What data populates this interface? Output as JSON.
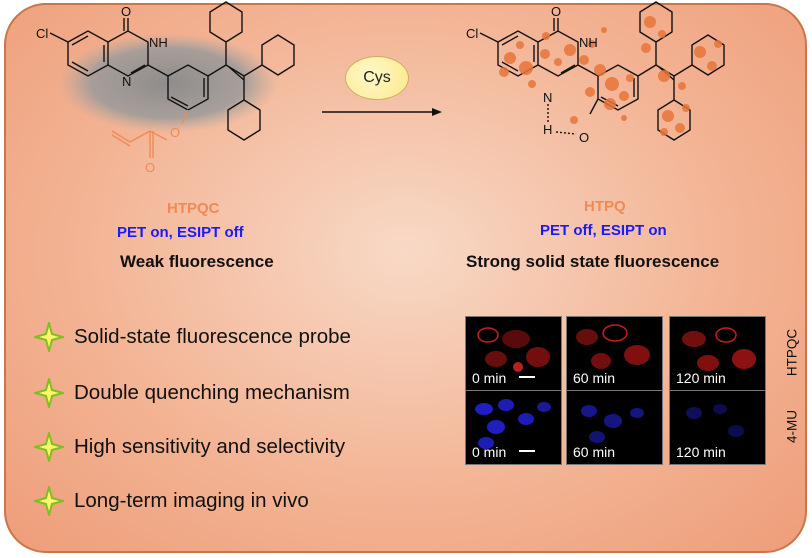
{
  "reagent": "Cys",
  "left_molecule": {
    "name": "HTPQC",
    "mechanism": "PET on, ESIPT off",
    "description": "Weak fluorescence",
    "atoms": [
      "Cl",
      "O",
      "NH",
      "N",
      "O",
      "O"
    ]
  },
  "right_molecule": {
    "name": "HTPQ",
    "mechanism": "PET off, ESIPT on",
    "description": "Strong solid state fluorescence",
    "atoms": [
      "Cl",
      "O",
      "NH",
      "N",
      "H",
      "O"
    ]
  },
  "features": [
    "Solid-state fluorescence probe",
    "Double quenching mechanism",
    "High sensitivity and selectivity",
    "Long-term imaging in vivo"
  ],
  "imaging": {
    "rows": [
      {
        "label": "HTPQC",
        "color": "#ff2020",
        "times": [
          "0 min",
          "60 min",
          "120 min"
        ]
      },
      {
        "label": "4-MU",
        "color": "#2a2aff",
        "times": [
          "0 min",
          "60 min",
          "120 min"
        ]
      }
    ]
  },
  "colors": {
    "accent_orange": "#f08a55",
    "mechanism_blue": "#1a1aff",
    "star_green": "#a8d63a",
    "star_yellow": "#fff66a"
  }
}
